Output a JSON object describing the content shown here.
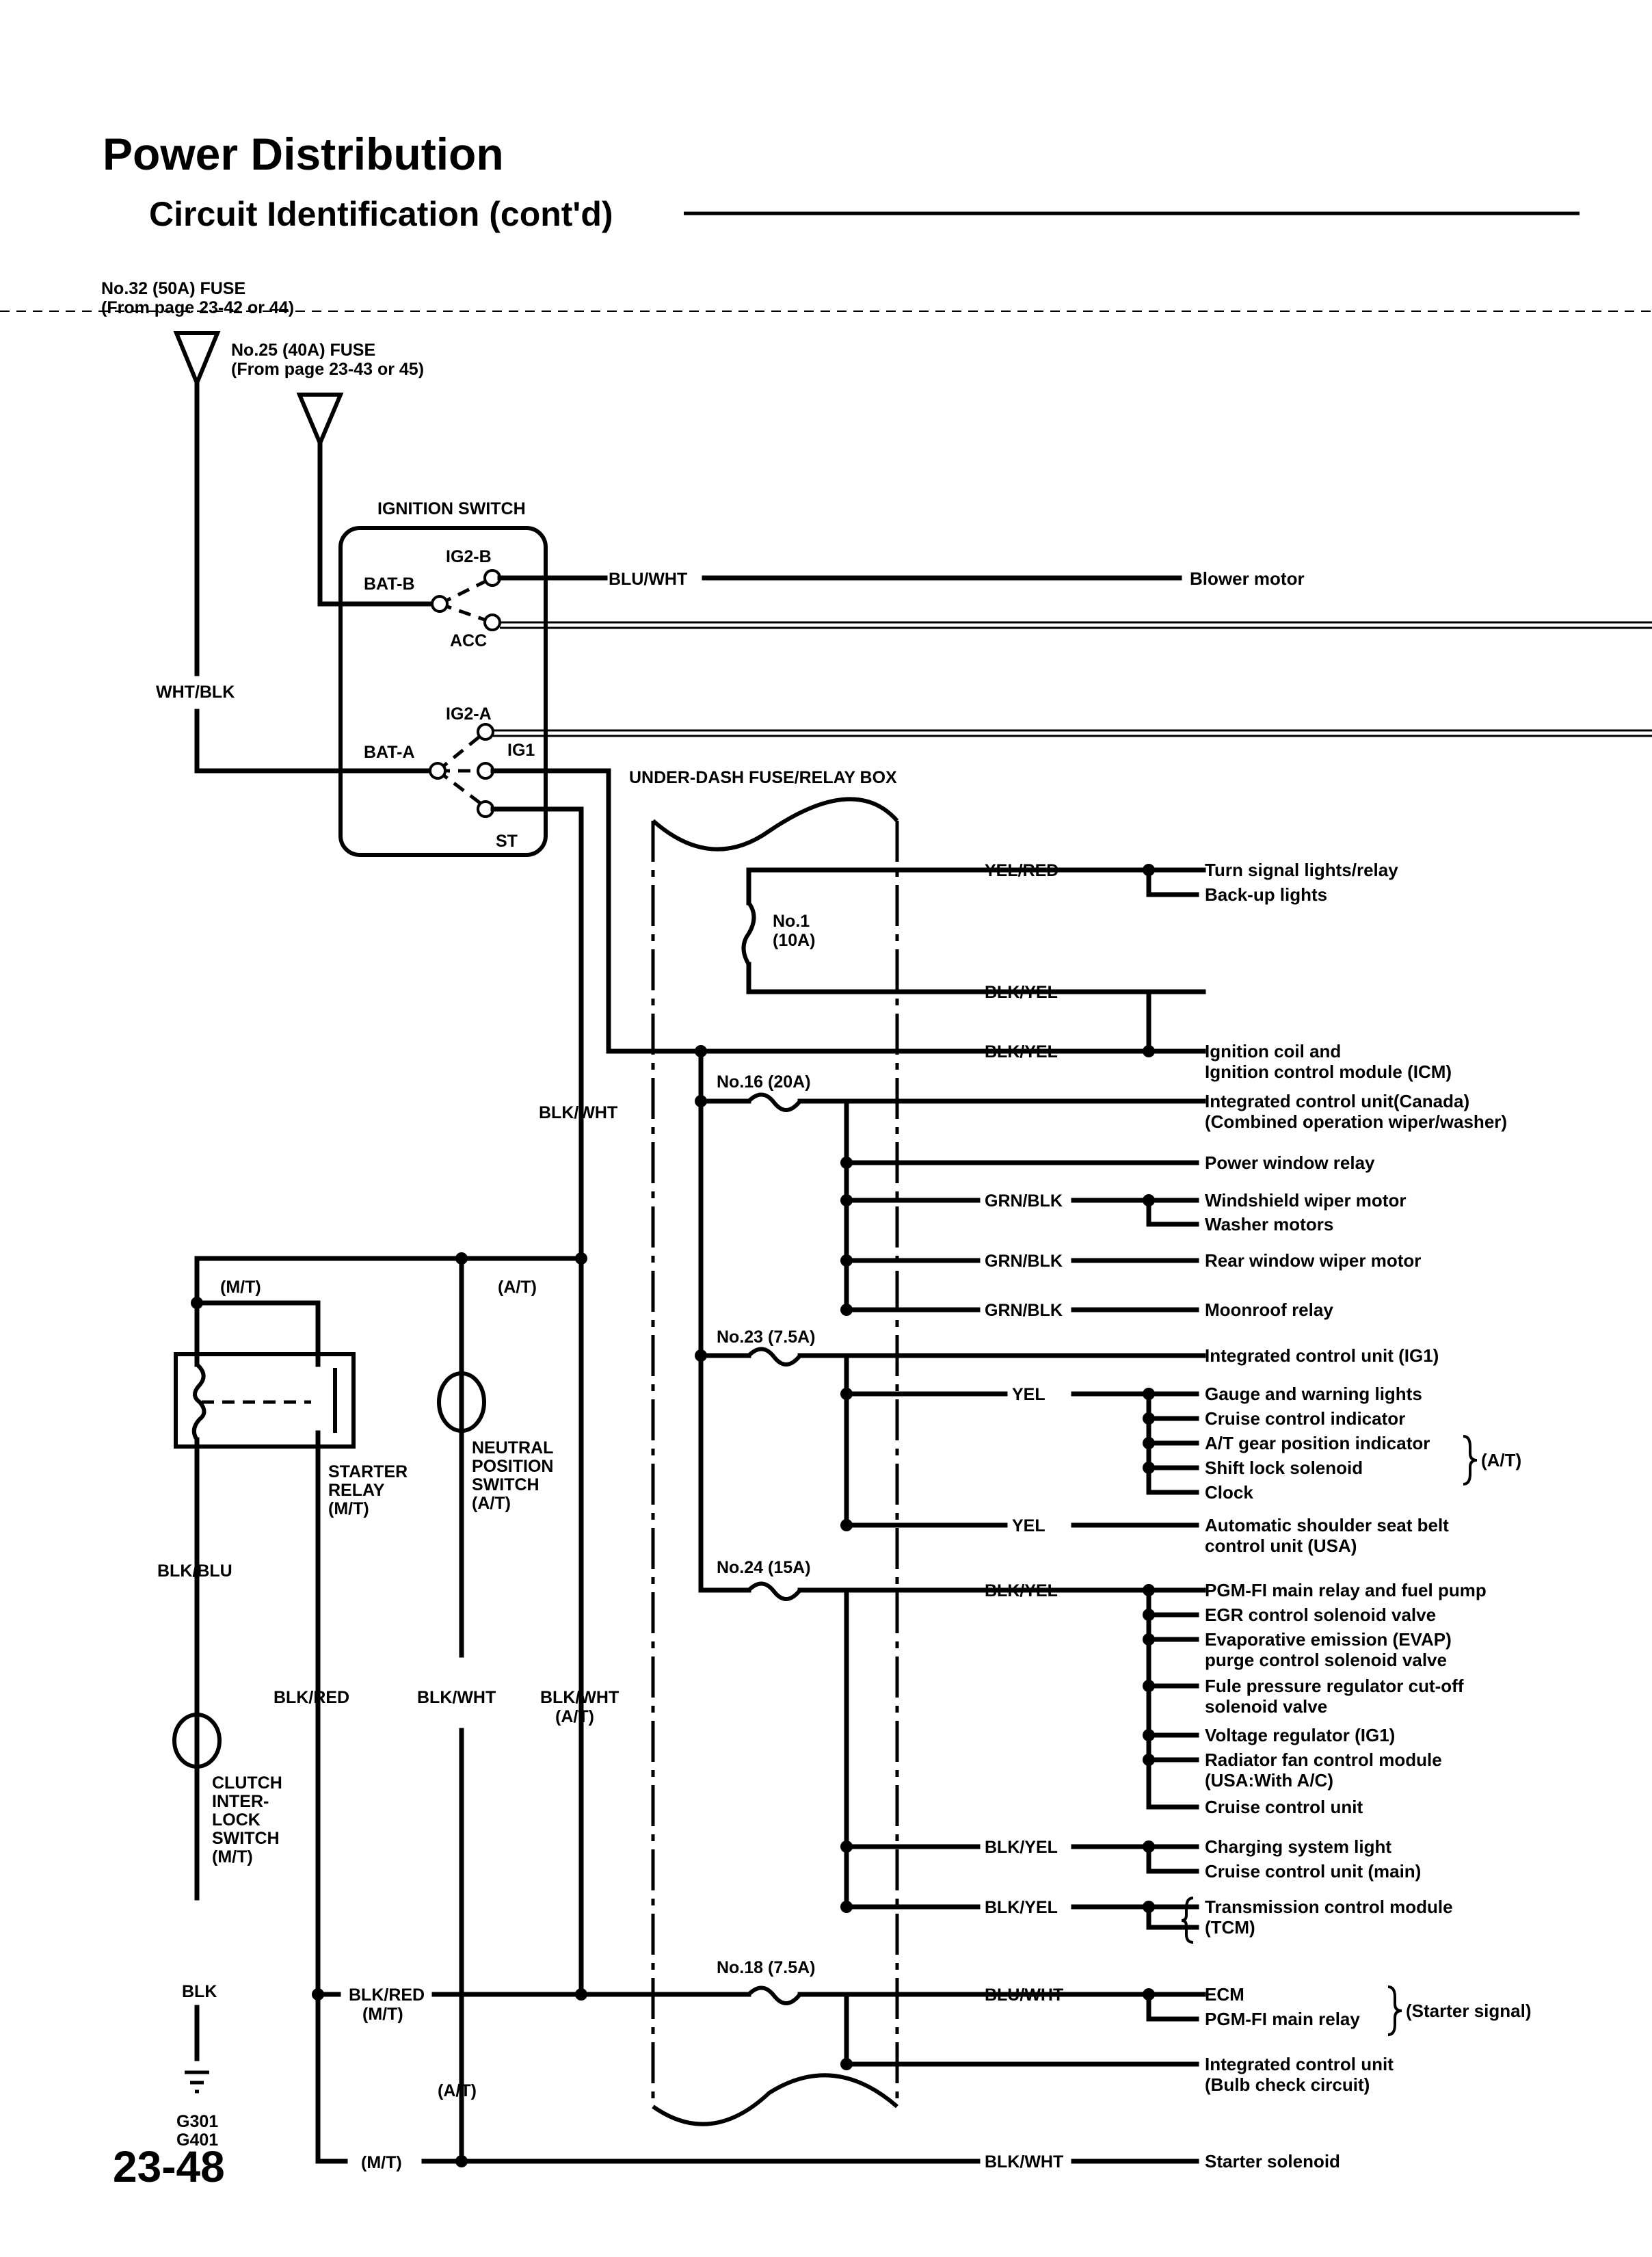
{
  "header": {
    "title": "Power Distribution",
    "subtitle": "Circuit Identification (cont'd)"
  },
  "page_number": "23-48",
  "sources": {
    "fuse32": {
      "line1": "No.32 (50A) FUSE",
      "line2": "(From page 23-42 or 44)"
    },
    "fuse25": {
      "line1": "No.25 (40A) FUSE",
      "line2": "(From page 23-43 or 45)"
    }
  },
  "ignition_switch": {
    "title": "IGNITION SWITCH",
    "terminals": {
      "bat_b": "BAT-B",
      "ig2_b": "IG2-B",
      "acc": "ACC",
      "bat_a": "BAT-A",
      "ig2_a": "IG2-A",
      "ig1": "IG1",
      "st": "ST"
    }
  },
  "wires": {
    "wht_blk": "WHT/BLK",
    "blu_wht_top": "BLU/WHT",
    "blk_wht_st": "BLK/WHT",
    "blk_blu": "BLK/BLU",
    "blk_red": "BLK/RED",
    "blk_wht": "BLK/WHT",
    "blk_wht_at": "BLK/WHT",
    "blk_wht_at_sub": "(A/T)",
    "blk": "BLK",
    "blk_red_mt": "BLK/RED",
    "blk_red_mt_sub": "(M/T)",
    "at_label": "(A/T)",
    "mt_label": "(M/T)",
    "mt_top": "(M/T)",
    "at_top": "(A/T)"
  },
  "blower": {
    "dest": "Blower motor"
  },
  "components": {
    "starter_relay": [
      "STARTER",
      "RELAY",
      "(M/T)"
    ],
    "neutral_switch": [
      "NEUTRAL",
      "POSITION",
      "SWITCH",
      "(A/T)"
    ],
    "clutch_switch": [
      "CLUTCH",
      "INTER-",
      "LOCK",
      "SWITCH",
      "(M/T)"
    ],
    "ground": [
      "G301",
      "G401"
    ]
  },
  "fuse_box": {
    "title": "UNDER-DASH FUSE/RELAY BOX",
    "fuses": {
      "f1": [
        "No.1",
        "(10A)"
      ],
      "f16": "No.16 (20A)",
      "f23": "No.23 (7.5A)",
      "f24": "No.24 (15A)",
      "f18": "No.18 (7.5A)"
    }
  },
  "circuits": [
    {
      "wire": "YEL/RED",
      "dests": [
        "Turn signal lights/relay",
        "Back-up lights"
      ]
    },
    {
      "wire": "BLK/YEL",
      "dests": []
    },
    {
      "wire": "BLK/YEL",
      "dests": [
        "Ignition coil and",
        "Ignition control module (ICM)"
      ]
    },
    {
      "wire": "",
      "dests": [
        "Integrated control unit(Canada)",
        "(Combined operation wiper/washer)"
      ]
    },
    {
      "wire": "",
      "dests": [
        "Power window relay"
      ]
    },
    {
      "wire": "GRN/BLK",
      "dests": [
        "Windshield wiper motor",
        "Washer motors"
      ]
    },
    {
      "wire": "GRN/BLK",
      "dests": [
        "Rear window wiper motor"
      ]
    },
    {
      "wire": "GRN/BLK",
      "dests": [
        "Moonroof relay"
      ]
    },
    {
      "wire": "",
      "dests": [
        "Integrated control unit (IG1)"
      ]
    },
    {
      "wire": "YEL",
      "dests": [
        "Gauge and warning lights",
        "Cruise control indicator",
        "A/T gear position indicator",
        "Shift lock solenoid",
        "Clock"
      ],
      "bracket": "(A/T)"
    },
    {
      "wire": "YEL",
      "dests": [
        "Automatic shoulder seat belt",
        "control unit (USA)"
      ]
    },
    {
      "wire": "BLK/YEL",
      "dests": [
        "PGM-FI main relay and fuel pump",
        "EGR control solenoid valve",
        "Evaporative emission (EVAP)",
        "purge control solenoid valve",
        "Fule pressure regulator cut-off",
        "solenoid valve",
        "Voltage regulator (IG1)",
        "Radiator fan control module",
        "(USA:With A/C)",
        "Cruise control unit"
      ]
    },
    {
      "wire": "BLK/YEL",
      "dests": [
        "Charging system light",
        "Cruise control unit (main)"
      ]
    },
    {
      "wire": "BLK/YEL",
      "dests": [
        "Transmission control module",
        "(TCM)"
      ]
    },
    {
      "wire": "BLU/WHT",
      "dests": [
        "ECM",
        "PGM-FI main relay"
      ],
      "bracket": "(Starter signal)"
    },
    {
      "wire": "",
      "dests": [
        "Integrated control unit",
        "(Bulb check circuit)"
      ]
    },
    {
      "wire": "BLK/WHT",
      "dests": [
        "Starter solenoid"
      ]
    }
  ]
}
